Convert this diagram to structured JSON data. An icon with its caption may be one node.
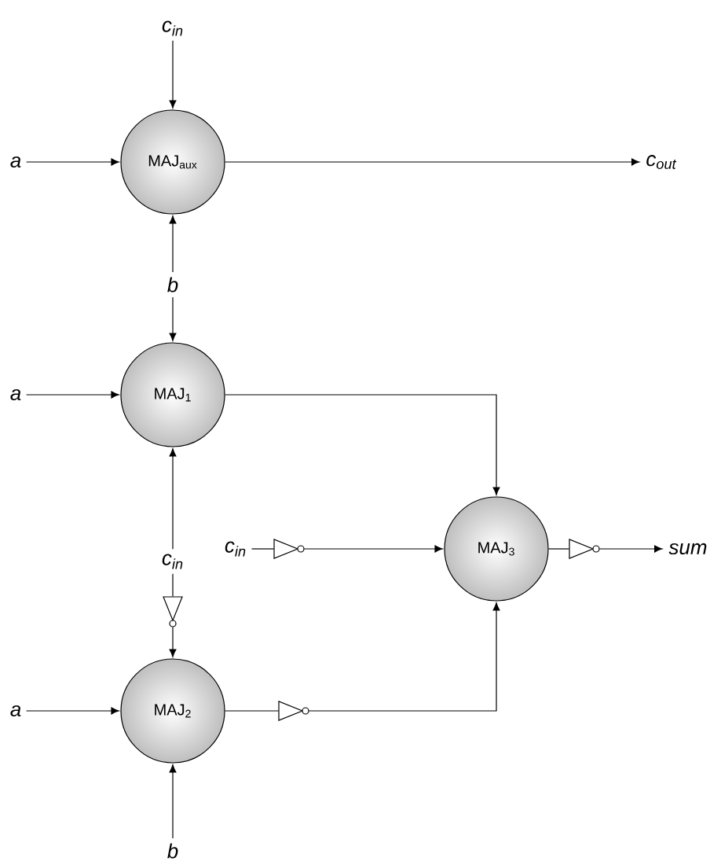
{
  "diagram": {
    "nodes": [
      {
        "text": [
          "c$_{in}$"
        ]
      },
      {
        "text": [
          "a"
        ]
      },
      {
        "text": [
          "MAJ$_{aux}$"
        ]
      },
      {
        "text": [
          "c$_{out}$"
        ]
      },
      {
        "text": [
          "b"
        ]
      },
      {
        "text": [
          "a"
        ]
      },
      {
        "text": [
          "MAJ$_{1}$"
        ]
      },
      {
        "text": [
          "c$_{in}$"
        ]
      },
      {
        "text": [],
        "shape": "triangle"
      },
      {
        "text": [
          "MAJ$_{3}$"
        ]
      },
      {
        "text": [],
        "shape": "triangle"
      },
      {
        "text": [
          "sum"
        ]
      },
      {
        "text": [
          "c$_{in}$"
        ]
      },
      {
        "text": [],
        "shape": "triangle"
      },
      {
        "text": [
          "a"
        ]
      },
      {
        "text": [
          "MAJ$_{2}$"
        ]
      },
      {
        "text": [],
        "shape": "triangle"
      },
      {
        "text": [
          "b"
        ]
      }
    ],
    "edges": [
      {
        "from": 0,
        "to": 2,
        "arrow": "to"
      },
      {
        "from": 1,
        "to": 2,
        "arrow": "to"
      },
      {
        "from": 2,
        "to": 3,
        "arrow": "to"
      },
      {
        "from": 4,
        "to": 2,
        "arrow": "to"
      },
      {
        "from": 4,
        "to": 6,
        "arrow": "to"
      },
      {
        "from": 5,
        "to": 6,
        "arrow": "to"
      },
      {
        "from": 6,
        "to": 9,
        "arrow": "to"
      },
      {
        "from": 7,
        "to": 8,
        "arrow": "none"
      },
      {
        "from": 8,
        "to": 9,
        "arrow": "to"
      },
      {
        "from": 9,
        "to": 10,
        "arrow": "none"
      },
      {
        "from": 10,
        "to": 11,
        "arrow": "to"
      },
      {
        "from": 12,
        "to": 6,
        "arrow": "to"
      },
      {
        "from": 12,
        "to": 13,
        "arrow": "none"
      },
      {
        "from": 13,
        "to": 15,
        "arrow": "to"
      },
      {
        "from": 14,
        "to": 15,
        "arrow": "to"
      },
      {
        "from": 15,
        "to": 16,
        "arrow": "none"
      },
      {
        "from": 16,
        "to": 9,
        "arrow": "to"
      },
      {
        "from": 17,
        "to": 15,
        "arrow": "to"
      }
    ]
  }
}
